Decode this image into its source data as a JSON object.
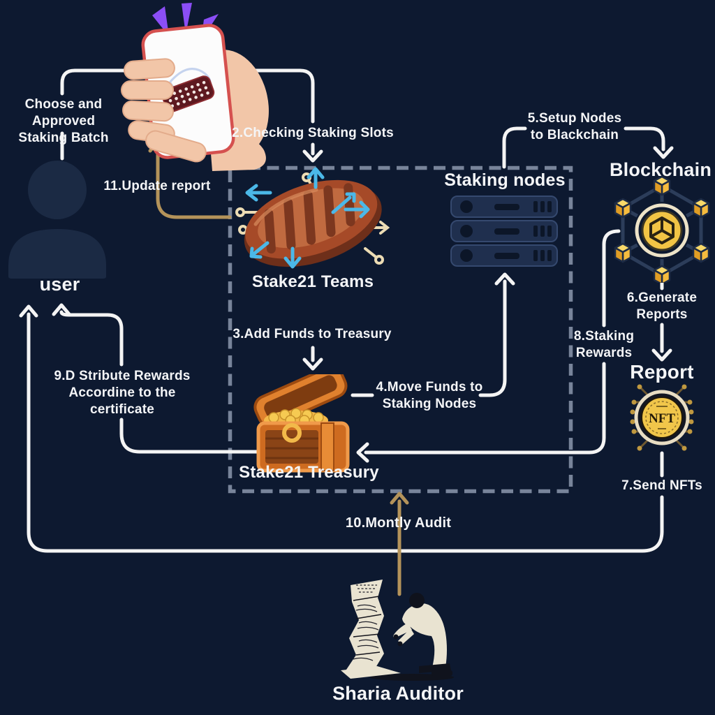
{
  "palette": {
    "background": "#0d1930",
    "line_white": "#f4f4f4",
    "line_gold": "#b4935a",
    "arrow_blue": "#4bb8e8",
    "dash_gray": "#78849a",
    "cube_gold": "#f2c445",
    "chest_orange": "#d96f26",
    "notify_purple": "#8b4ef6"
  },
  "nodes": {
    "user": {
      "label": "user"
    },
    "teams": {
      "label": "Stake21 Teams"
    },
    "staking_nodes": {
      "label": "Staking nodes"
    },
    "treasury": {
      "label": "Stake21 Treasury"
    },
    "blockchain": {
      "label": "Blockchain"
    },
    "report": {
      "label": "Report",
      "coin_text": "NFT"
    },
    "auditor": {
      "label": "Sharia Auditor"
    }
  },
  "steps": {
    "s1": "Choose and Approved\nStaking Batch",
    "s2": "2.Checking Staking Slots",
    "s3": "3.Add Funds to Treasury",
    "s4": "4.Move Funds to\nStaking Nodes",
    "s5": "5.Setup Nodes\nto Blackchain",
    "s6": "6.Generate\nReports",
    "s7": "7.Send NFTs",
    "s8": "8.Staking\nRewards",
    "s9": "9.D Stribute Rewards\nAccordine to the\ncertificate",
    "s10": "10.Montly Audit",
    "s11": "11.Update report"
  },
  "icons": {
    "phone": "phone-in-hand-icon",
    "user": "user-silhouette-icon",
    "teams": "steak-circuit-icon",
    "staking_nodes": "server-rack-icon",
    "treasury": "treasure-chest-icon",
    "blockchain": "blockchain-network-icon",
    "report": "nft-coin-icon",
    "auditor": "auditor-scroll-illustration"
  }
}
